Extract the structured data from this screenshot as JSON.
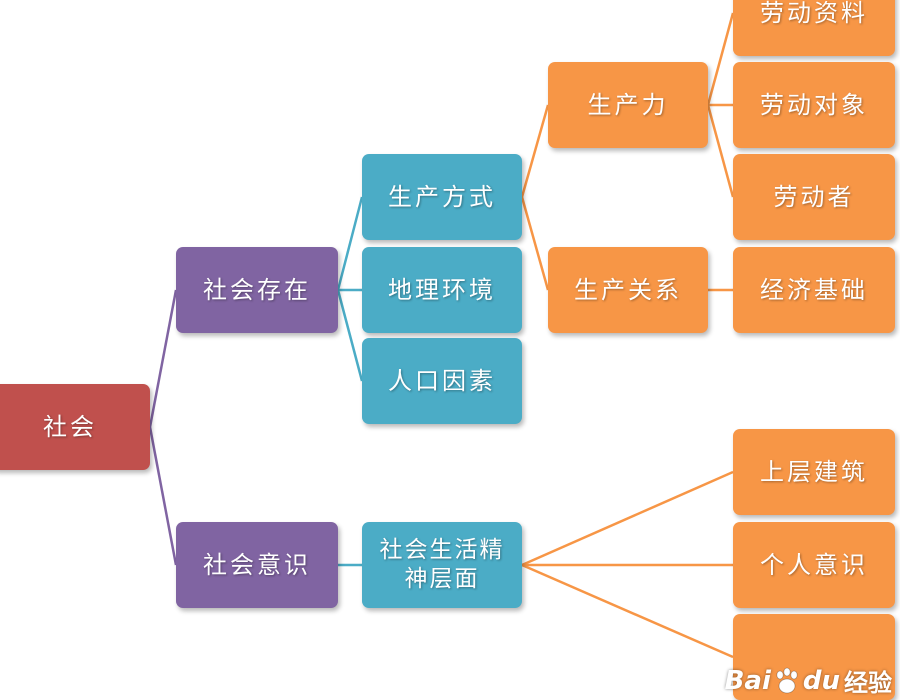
{
  "nodes": {
    "society": "社会",
    "social_existence": "社会存在",
    "social_consciousness": "社会意识",
    "mode_of_production": "生产方式",
    "geographic_environment": "地理环境",
    "population_factor": "人口因素",
    "spiritual_life": "社会生活精神层面",
    "productive_forces": "生产力",
    "relations_of_production": "生产关系",
    "means_of_labor": "劳动资料",
    "object_of_labor": "劳动对象",
    "laborer": "劳动者",
    "economic_base": "经济基础",
    "superstructure": "上层建筑",
    "individual_consciousness": "个人意识",
    "blank_node": ""
  },
  "colors": {
    "root": "#c0504d",
    "level1": "#8064a2",
    "level2": "#4bacc6",
    "level3": "#f79646",
    "connector_purple": "#8064a2",
    "connector_teal": "#4bacc6",
    "connector_orange": "#f79646"
  },
  "watermark": {
    "text": "Bai",
    "logo_icon": "paw-icon",
    "suffix": "du",
    "cn": "经验"
  }
}
